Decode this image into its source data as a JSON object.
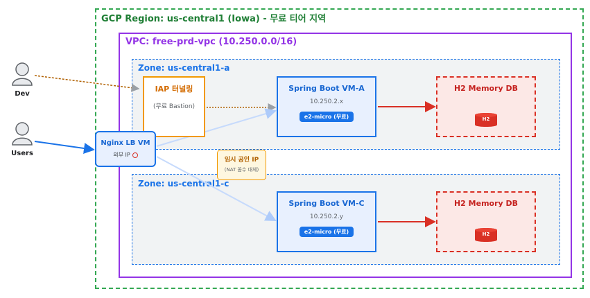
{
  "region": {
    "title": "GCP Region: us-central1 (Iowa) - 무료 티어 지역"
  },
  "vpc": {
    "title": "VPC: free-prd-vpc (10.250.0.0/16)"
  },
  "zones": [
    {
      "title": "Zone: us-central1-a",
      "vm": {
        "title": "Spring Boot VM-A",
        "ip": "10.250.2.x",
        "badge": "e2-micro (무료)"
      },
      "db": {
        "title": "H2 Memory DB",
        "icon_label": "H2"
      }
    },
    {
      "title": "Zone: us-central1-c",
      "vm": {
        "title": "Spring Boot VM-C",
        "ip": "10.250.2.y",
        "badge": "e2-micro (무료)"
      },
      "db": {
        "title": "H2 Memory DB",
        "icon_label": "H2"
      }
    }
  ],
  "iap": {
    "title": "IAP 터널링",
    "subtitle": "(무료 Bastion)"
  },
  "lb": {
    "title": "Nginx LB VM",
    "subtitle": "외부 IP"
  },
  "ephemeral_ip": {
    "title": "임시 공인 IP",
    "subtitle": "(NAT 꼼수 대체)"
  },
  "actors": {
    "dev": "Dev",
    "users": "Users"
  },
  "colors": {
    "region_border": "#34a853",
    "vpc_border": "#9334e6",
    "zone_border": "#1a73e8",
    "vm_border": "#1a73e8",
    "db_border": "#d93025",
    "iap_border": "#f29900",
    "dev_link": "#b06000",
    "users_link": "#1a73e8",
    "db_link": "#d93025"
  }
}
